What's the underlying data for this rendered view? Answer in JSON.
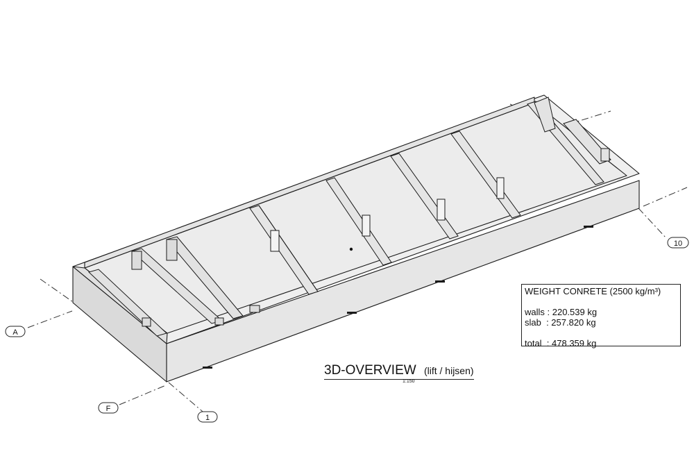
{
  "grid_labels": {
    "a": "A",
    "f": "F",
    "one": "1",
    "ten": "10"
  },
  "view_title": {
    "main": "3D-OVERVIEW",
    "sub": "(lift / hijsen)",
    "scale": "1:150"
  },
  "weight_table": {
    "title": "WEIGHT CONRETE (2500 kg/m³)",
    "walls": "walls : 220.539 kg",
    "slab": "slab  : 257.820 kg",
    "total": "total  : 478.359 kg"
  },
  "colors": {
    "face": "#e9e9e9",
    "floor": "#efefef",
    "side": "#dedede",
    "line": "#1a1a1a",
    "grid": "#333333"
  }
}
